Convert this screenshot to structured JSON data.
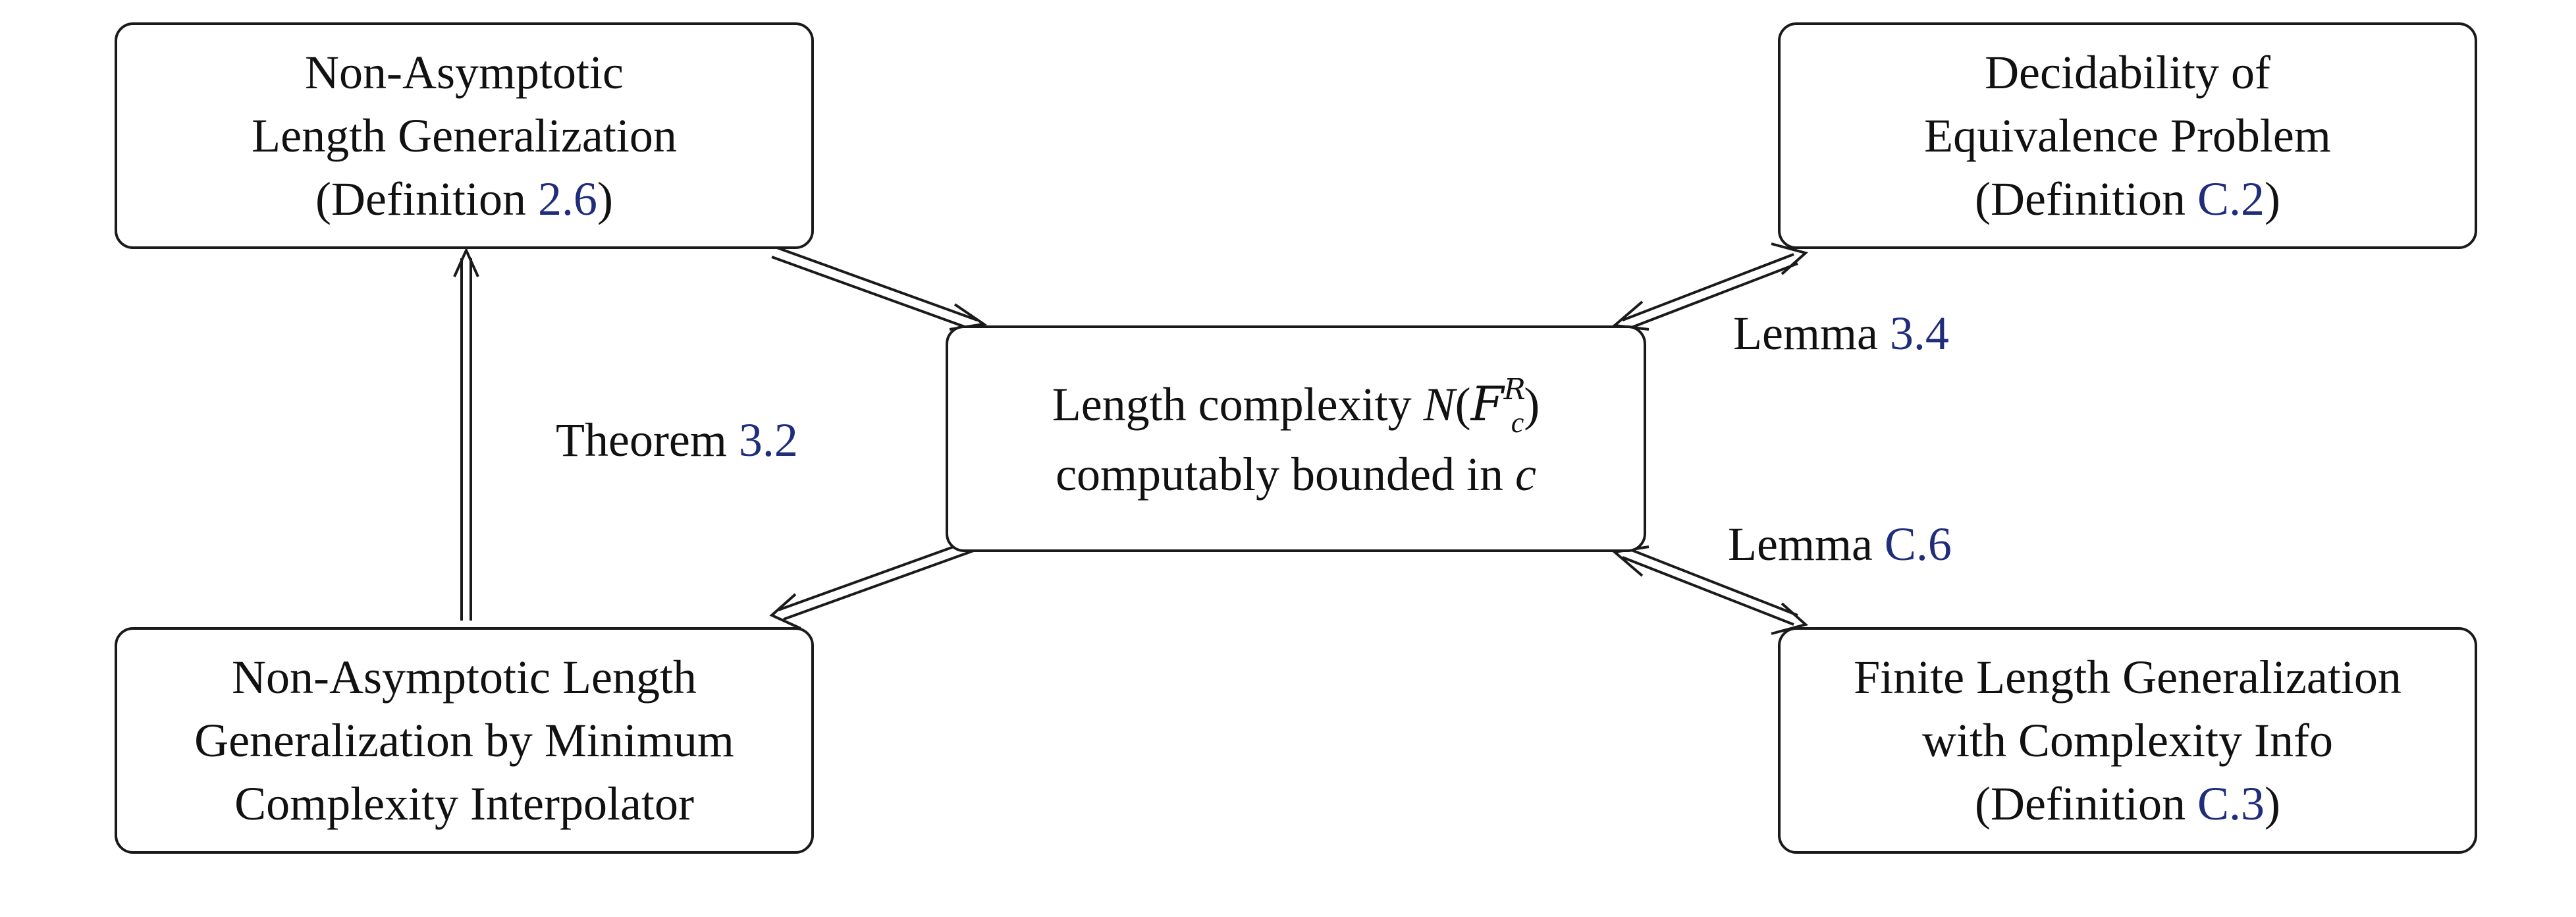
{
  "nodes": {
    "top_left": {
      "line1": "Non-Asymptotic",
      "line2": "Length Generalization",
      "line3_prefix": "(Definition ",
      "line3_ref": "2.6",
      "line3_suffix": ")"
    },
    "top_right": {
      "line1": "Decidability of",
      "line2": "Equivalence Problem",
      "line3_prefix": "(Definition ",
      "line3_ref": "C.2",
      "line3_suffix": ")"
    },
    "center": {
      "line1_text": "Length complexity ",
      "math_N": "N",
      "math_open": "(",
      "math_F": "F",
      "math_sup": "R",
      "math_sub": "c",
      "math_close": ")",
      "line2_text": "computably bounded in ",
      "math_c": "c"
    },
    "bottom_left": {
      "line1": "Non-Asymptotic Length",
      "line2": "Generalization by Minimum",
      "line3": "Complexity Interpolator"
    },
    "bottom_right": {
      "line1": "Finite Length Generalization",
      "line2": "with Complexity Info",
      "line3_prefix": "(Definition ",
      "line3_ref": "C.3",
      "line3_suffix": ")"
    }
  },
  "edge_labels": {
    "theorem": {
      "prefix": "Theorem ",
      "ref": "3.2"
    },
    "lemma_top": {
      "prefix": "Lemma ",
      "ref": "3.4"
    },
    "lemma_bottom": {
      "prefix": "Lemma ",
      "ref": "C.6"
    }
  },
  "colors": {
    "reference": "#1f2d7a",
    "stroke": "#1a1a1a"
  }
}
